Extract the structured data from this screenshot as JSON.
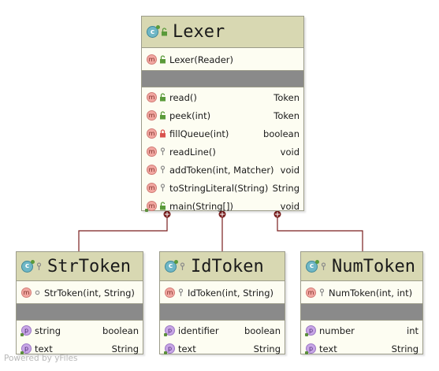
{
  "colors": {
    "header_bg": "#d8d8b2",
    "body_bg": "#fdfdf2",
    "border": "#9c9c8a",
    "separator_band": "#8a8a8a",
    "connector": "#7a1e1e",
    "class_icon": "#6fb7c6",
    "method_icon": "#f2a7a1",
    "property_icon": "#c8a6e6"
  },
  "classes": {
    "lexer": {
      "title": "Lexer",
      "icon_letter": "c",
      "constructors": [
        {
          "name": "Lexer(Reader)",
          "type": "",
          "visibility": "public",
          "icon": "m"
        }
      ],
      "methods": [
        {
          "name": "read()",
          "type": "Token",
          "visibility": "public",
          "icon": "m"
        },
        {
          "name": "peek(int)",
          "type": "Token",
          "visibility": "public",
          "icon": "m"
        },
        {
          "name": "fillQueue(int)",
          "type": "boolean",
          "visibility": "private",
          "icon": "m"
        },
        {
          "name": "readLine()",
          "type": "void",
          "visibility": "package",
          "icon": "m"
        },
        {
          "name": "addToken(int, Matcher)",
          "type": "void",
          "visibility": "package",
          "icon": "m"
        },
        {
          "name": "toStringLiteral(String)",
          "type": "String",
          "visibility": "package",
          "icon": "m"
        },
        {
          "name": "main(String[])",
          "type": "void",
          "visibility": "public",
          "icon": "m"
        }
      ]
    },
    "strtoken": {
      "title": "StrToken",
      "icon_letter": "c",
      "constructors": [
        {
          "name": "StrToken(int, String)",
          "type": "",
          "visibility": "package-open",
          "icon": "m"
        }
      ],
      "properties": [
        {
          "name": "string",
          "type": "boolean",
          "icon": "p"
        },
        {
          "name": "text",
          "type": "String",
          "icon": "p"
        }
      ]
    },
    "idtoken": {
      "title": "IdToken",
      "icon_letter": "c",
      "constructors": [
        {
          "name": "IdToken(int, String)",
          "type": "",
          "visibility": "package",
          "icon": "m"
        }
      ],
      "properties": [
        {
          "name": "identifier",
          "type": "boolean",
          "icon": "p"
        },
        {
          "name": "text",
          "type": "String",
          "icon": "p"
        }
      ]
    },
    "numtoken": {
      "title": "NumToken",
      "icon_letter": "c",
      "constructors": [
        {
          "name": "NumToken(int, int)",
          "type": "",
          "visibility": "package",
          "icon": "m"
        }
      ],
      "properties": [
        {
          "name": "number",
          "type": "int",
          "icon": "p"
        },
        {
          "name": "text",
          "type": "String",
          "icon": "p"
        }
      ]
    }
  },
  "watermark": "Powered by yFiles"
}
